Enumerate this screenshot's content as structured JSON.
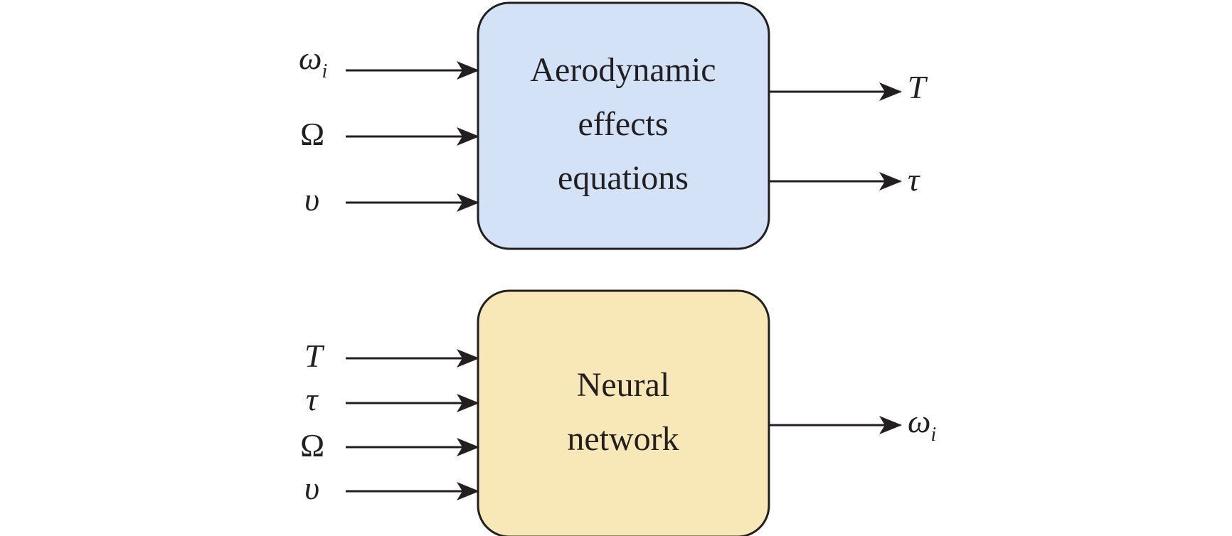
{
  "colors": {
    "top_box_fill": "#d3e2f6",
    "bottom_box_fill": "#f8e8b8",
    "stroke": "#231f20"
  },
  "top_block": {
    "title_lines": [
      "Aerodynamic",
      "effects",
      "equations"
    ],
    "inputs": [
      {
        "symbol": "ω",
        "subscript": "i"
      },
      {
        "symbol": "Ω",
        "subscript": ""
      },
      {
        "symbol": "υ",
        "subscript": ""
      }
    ],
    "outputs": [
      {
        "symbol": "T",
        "subscript": ""
      },
      {
        "symbol": "τ",
        "subscript": ""
      }
    ]
  },
  "bottom_block": {
    "title_lines": [
      "Neural",
      "network"
    ],
    "inputs": [
      {
        "symbol": "T",
        "subscript": ""
      },
      {
        "symbol": "τ",
        "subscript": ""
      },
      {
        "symbol": "Ω",
        "subscript": ""
      },
      {
        "symbol": "υ",
        "subscript": ""
      }
    ],
    "outputs": [
      {
        "symbol": "ω",
        "subscript": "i"
      }
    ]
  }
}
